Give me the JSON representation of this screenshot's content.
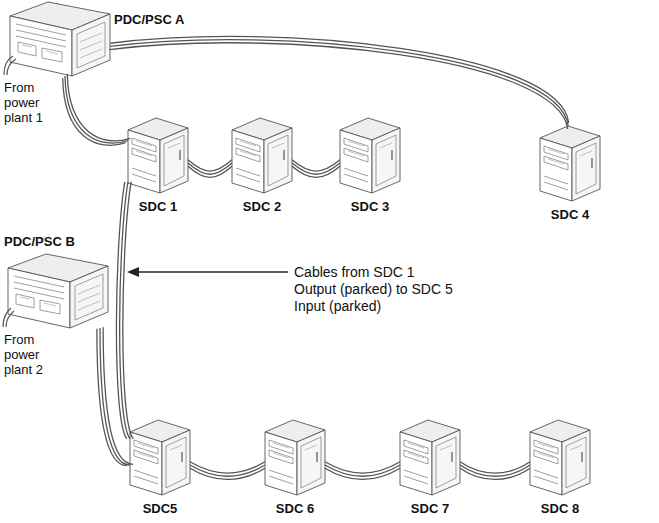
{
  "diagram": {
    "nodes": [
      {
        "text": [
          "PDC/PSC A"
        ]
      },
      {
        "text": [
          "SDC 1"
        ]
      },
      {
        "text": [
          "SDC 2"
        ]
      },
      {
        "text": [
          "SDC 3"
        ]
      },
      {
        "text": [
          "SDC 4"
        ]
      },
      {
        "text": [
          "PDC/PSC B"
        ]
      },
      {
        "text": [
          "SDC5"
        ]
      },
      {
        "text": [
          "SDC 6"
        ]
      },
      {
        "text": [
          "SDC 7"
        ]
      },
      {
        "text": [
          "SDC 8"
        ]
      }
    ],
    "edges": [
      {
        "from": 0,
        "to": 1,
        "arrow": "none"
      },
      {
        "from": 1,
        "to": 2,
        "arrow": "none"
      },
      {
        "from": 2,
        "to": 3,
        "arrow": "none"
      },
      {
        "from": 0,
        "to": 4,
        "arrow": "none"
      },
      {
        "from": 1,
        "to": 6,
        "arrow": "none"
      },
      {
        "from": 5,
        "to": 6,
        "arrow": "none"
      },
      {
        "from": 6,
        "to": 7,
        "arrow": "none"
      },
      {
        "from": 7,
        "to": 8,
        "arrow": "none"
      },
      {
        "from": 8,
        "to": 9,
        "arrow": "none"
      }
    ],
    "labels": [
      "From power plant 1",
      "From power plant 2",
      "Cables from SDC 1 Output (parked) to SDC 5 Input (parked)"
    ]
  }
}
